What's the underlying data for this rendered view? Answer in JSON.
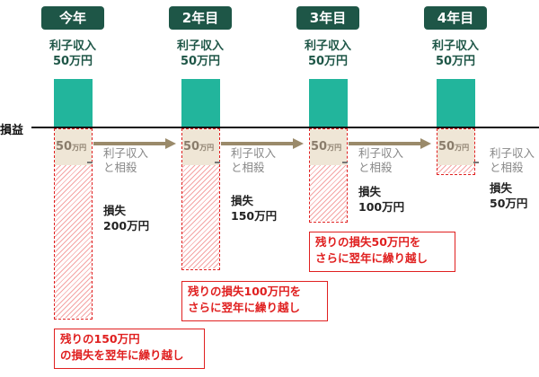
{
  "axis_label": "損益",
  "years": [
    {
      "tag": "今年",
      "income_line1": "利子収入",
      "income_line2": "50万円",
      "offset_value": "50",
      "offset_unit": "万円",
      "tax_line1": "利子収入",
      "tax_line2": "と相殺",
      "loss_line1": "損失",
      "loss_line2": "200万円"
    },
    {
      "tag": "2年目",
      "income_line1": "利子収入",
      "income_line2": "50万円",
      "offset_value": "50",
      "offset_unit": "万円",
      "tax_line1": "利子収入",
      "tax_line2": "と相殺",
      "loss_line1": "損失",
      "loss_line2": "150万円"
    },
    {
      "tag": "3年目",
      "income_line1": "利子収入",
      "income_line2": "50万円",
      "offset_value": "50",
      "offset_unit": "万円",
      "tax_line1": "利子収入",
      "tax_line2": "と相殺",
      "loss_line1": "損失",
      "loss_line2": "100万円"
    },
    {
      "tag": "4年目",
      "income_line1": "利子収入",
      "income_line2": "50万円",
      "offset_value": "50",
      "offset_unit": "万円",
      "tax_line1": "利子収入",
      "tax_line2": "と相殺",
      "loss_line1": "損失",
      "loss_line2": "50万円"
    }
  ],
  "notes": [
    {
      "line1": "残りの150万円",
      "line2": "の損失を翌年に繰り越し"
    },
    {
      "line1": "残りの損失100万円を",
      "line2": "さらに翌年に繰り越し"
    },
    {
      "line1": "残りの損失50万円を",
      "line2": "さらに翌年に繰り越し"
    }
  ],
  "colors": {
    "year_tag": "#1e5647",
    "income_bar": "#22b59c",
    "offset_block": "#efe6d6",
    "carryover_hatch": "#f4a4a4",
    "arrow": "#9a8a6a",
    "note_border": "#e02020"
  }
}
